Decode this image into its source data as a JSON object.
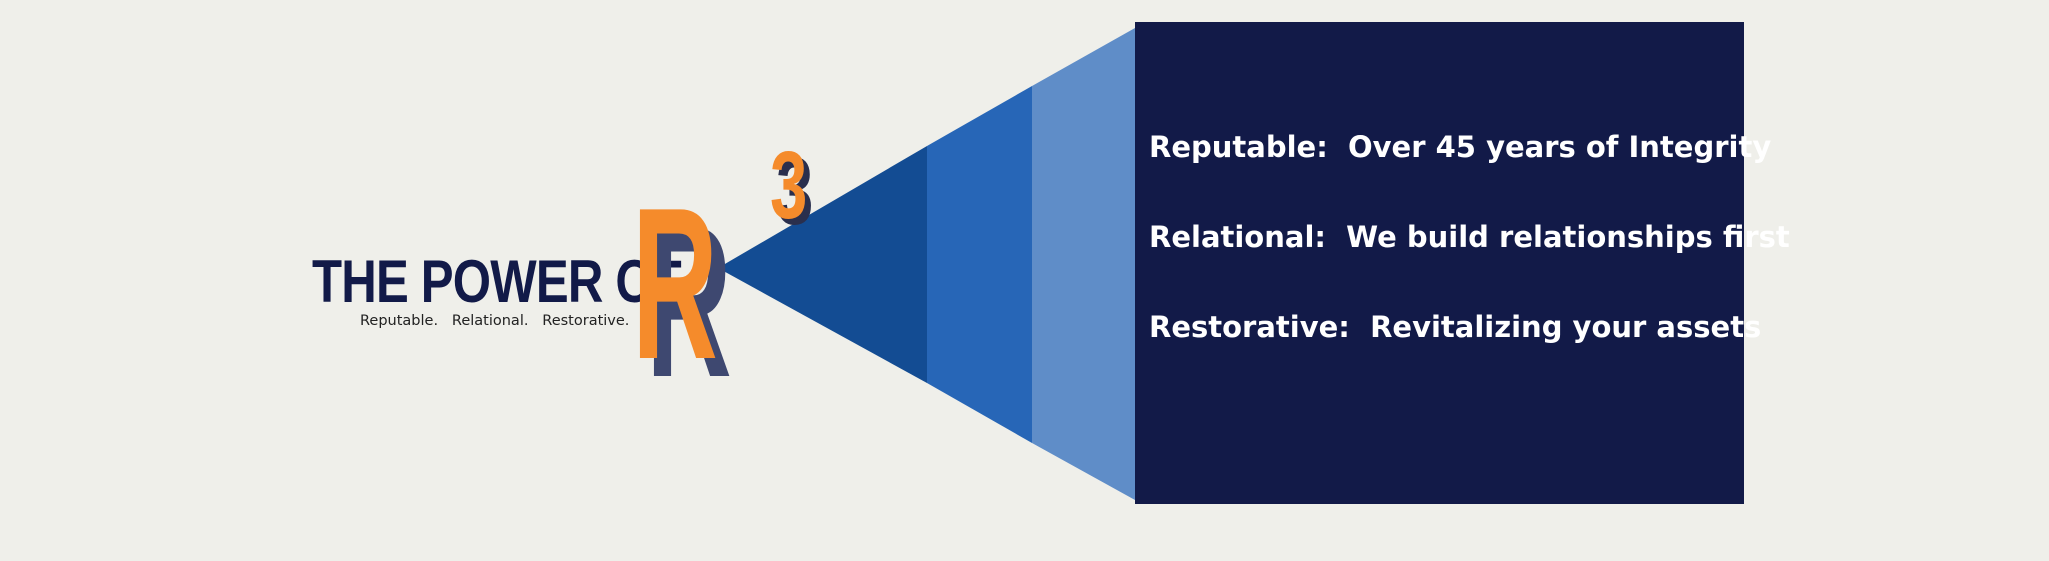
{
  "brand": {
    "title": "THE POWER OF",
    "subtitle": "Reputable.   Relational.   Restorative.",
    "letter": "R",
    "superscript": "3"
  },
  "points": [
    {
      "text": "Reputable:  Over 45 years of Integrity"
    },
    {
      "text": "Relational:  We build relationships first"
    },
    {
      "text": "Restorative:  Revitalizing your assets"
    }
  ],
  "colors": {
    "background": "#efefea",
    "navy": "#121a48",
    "orange": "#f58b2b",
    "cone_dark": "#134c93",
    "cone_mid": "#2766b7",
    "cone_light": "#5f8dc8"
  }
}
